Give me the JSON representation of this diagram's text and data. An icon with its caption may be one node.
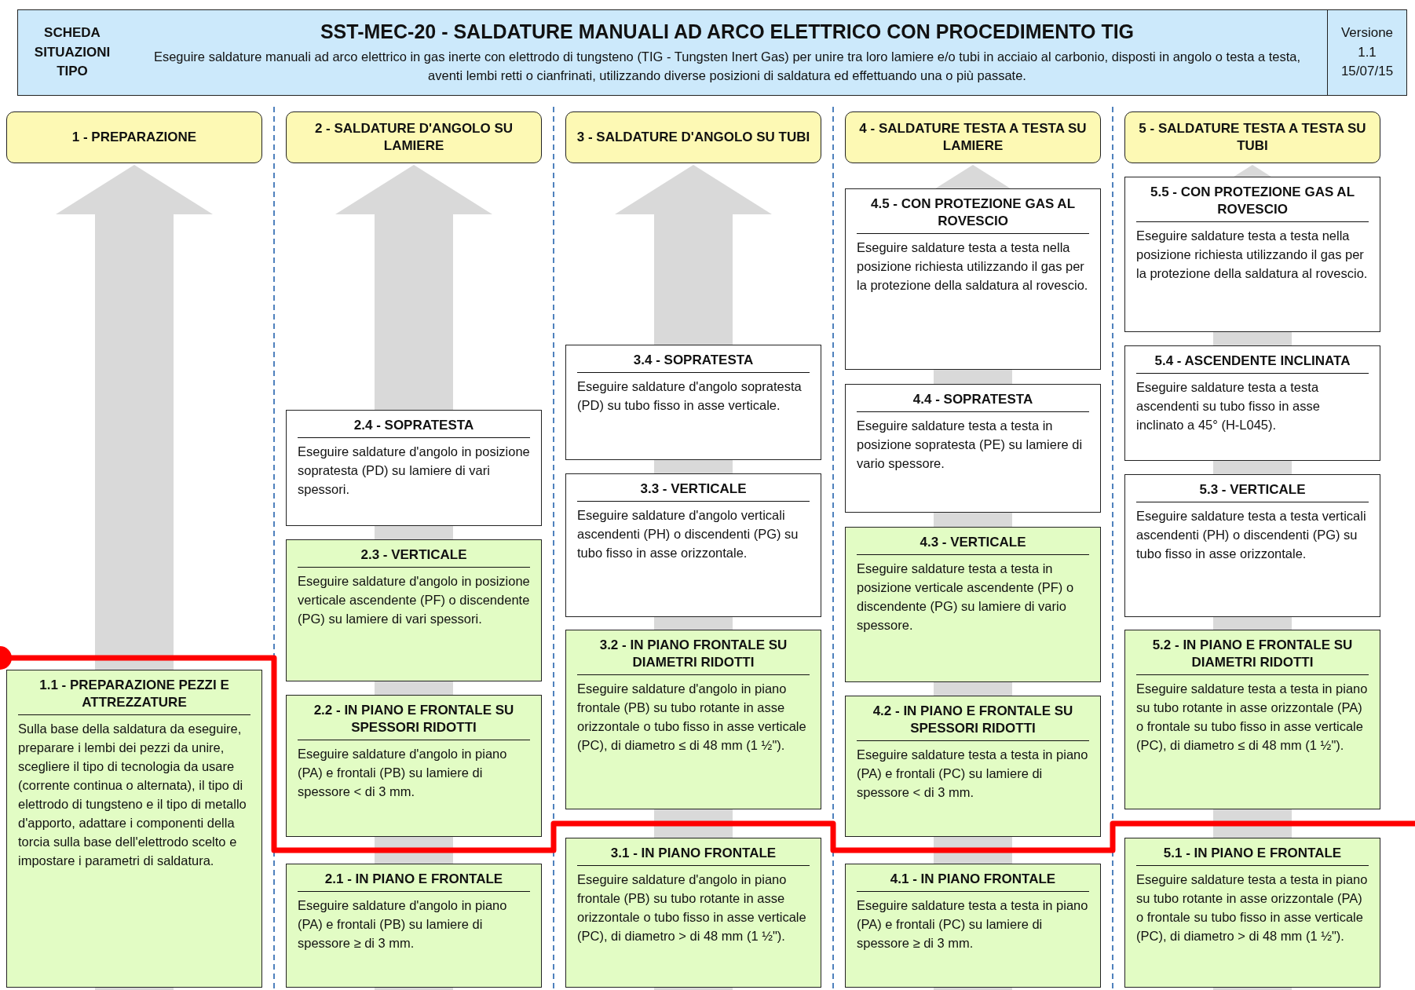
{
  "diagram": {
    "nodes": [
      {
        "text": [
          "SCHEDA SITUAZIONI TIPO"
        ]
      },
      {
        "text": [
          "SST-MEC-20  -  SALDATURE MANUALI AD ARCO ELETTRICO CON PROCEDIMENTO TIG",
          "Eseguire saldature manuali ad arco elettrico in gas inerte con elettrodo di tungsteno (TIG - Tungsten Inert Gas) per unire tra loro lamiere e/o tubi in acciaio al carbonio, disposti in angolo o testa a testa, aventi lembi retti o cianfrinati, utilizzando diverse posizioni di saldatura ed effettuando una o più passate."
        ]
      },
      {
        "text": [
          "Versione 1.1 15/07/15"
        ]
      },
      {
        "text": [
          "1 - PREPARAZIONE"
        ]
      },
      {
        "text": [
          "2 - SALDATURE D'ANGOLO SU LAMIERE"
        ]
      },
      {
        "text": [
          "3 - SALDATURE D'ANGOLO SU TUBI"
        ]
      },
      {
        "text": [
          "4 - SALDATURE TESTA A TESTA SU LAMIERE"
        ]
      },
      {
        "text": [
          "5 - SALDATURE TESTA A TESTA SU TUBI"
        ]
      },
      {
        "text": [
          "1.1 - PREPARAZIONE PEZZI E ATTREZZATURE",
          "Sulla base della saldatura da eseguire, preparare i lembi dei pezzi da unire, scegliere il tipo di tecnologia da usare (corrente continua o alternata), il tipo di elettrodo di tungsteno e il tipo di metallo d'apporto, adattare i componenti della torcia sulla base dell'elettrodo scelto e impostare i parametri di saldatura."
        ]
      },
      {
        "text": [
          "2.4 - SOPRATESTA",
          "Eseguire saldature d'angolo in posizione sopratesta (PD) su lamiere di vari spessori."
        ]
      },
      {
        "text": [
          "2.3 - VERTICALE",
          "Eseguire saldature d'angolo in posizione verticale ascendente (PF) o discendente (PG) su lamiere di vari spessori."
        ]
      },
      {
        "text": [
          "2.2 - IN PIANO E FRONTALE SU SPESSORI RIDOTTI",
          "Eseguire saldature d'angolo in piano (PA) e frontali (PB) su lamiere di spessore < di 3 mm."
        ]
      },
      {
        "text": [
          "2.1 - IN PIANO E FRONTALE",
          "Eseguire saldature d'angolo in piano (PA) e frontali (PB) su lamiere di spessore ≥ di 3 mm."
        ]
      },
      {
        "text": [
          "3.4 - SOPRATESTA",
          "Eseguire saldature d'angolo sopratesta (PD) su tubo fisso in asse verticale."
        ]
      },
      {
        "text": [
          "3.3 - VERTICALE",
          "Eseguire saldature d'angolo verticali ascendenti (PH) o discendenti (PG) su tubo fisso in asse orizzontale."
        ]
      },
      {
        "text": [
          "3.2 - IN PIANO FRONTALE SU DIAMETRI RIDOTTI",
          "Eseguire saldature d'angolo in piano frontale (PB) su tubo rotante in asse orizzontale o tubo fisso in asse verticale (PC), di diametro ≤ di 48 mm (1 ½\")."
        ]
      },
      {
        "text": [
          "3.1 - IN PIANO FRONTALE",
          "Eseguire saldature d'angolo in piano frontale (PB) su tubo rotante in asse orizzontale o tubo fisso in asse verticale (PC), di diametro > di 48 mm (1 ½\")."
        ]
      },
      {
        "text": [
          "4.5 - CON PROTEZIONE GAS AL ROVESCIO",
          "Eseguire saldature testa a testa nella posizione richiesta utilizzando il gas per la protezione della saldatura al rovescio."
        ]
      },
      {
        "text": [
          "4.4 - SOPRATESTA",
          "Eseguire saldature testa a testa in posizione sopratesta (PE) su lamiere di vario spessore."
        ]
      },
      {
        "text": [
          "4.3 - VERTICALE",
          "Eseguire saldature testa a testa in posizione verticale ascendente (PF) o discendente (PG) su lamiere di vario spessore."
        ]
      },
      {
        "text": [
          "4.2 - IN PIANO E FRONTALE SU SPESSORI RIDOTTI",
          "Eseguire saldature testa a testa in piano (PA) e frontali (PC) su lamiere di spessore < di 3 mm."
        ]
      },
      {
        "text": [
          "4.1 - IN PIANO FRONTALE",
          "Eseguire saldature testa a testa in piano (PA) e frontali (PC) su lamiere di spessore ≥ di 3 mm."
        ]
      },
      {
        "text": [
          "5.5 - CON PROTEZIONE GAS AL ROVESCIO",
          "Eseguire saldature testa a testa nella posizione richiesta utilizzando il gas per la protezione della saldatura al rovescio."
        ]
      },
      {
        "text": [
          "5.4 - ASCENDENTE INCLINATA",
          "Eseguire saldature testa a testa ascendenti su tubo fisso in asse inclinato a 45° (H-L045)."
        ]
      },
      {
        "text": [
          "5.3 - VERTICALE",
          "Eseguire saldature testa a testa verticali ascendenti (PH) o discendenti (PG) su tubo fisso in asse orizzontale."
        ]
      },
      {
        "text": [
          "5.2 - IN PIANO E FRONTALE SU DIAMETRI RIDOTTI",
          "Eseguire saldature testa a testa in piano su tubo rotante in asse orizzontale (PA) o frontale su tubo fisso in asse verticale (PC), di diametro ≤ di 48 mm (1 ½\")."
        ]
      },
      {
        "text": [
          "5.1 - IN PIANO E FRONTALE",
          "Eseguire saldature testa a testa in piano su tubo rotante in asse orizzontale (PA) o frontale su tubo fisso in asse verticale (PC), di diametro > di 48 mm (1 ½\")."
        ]
      }
    ]
  }
}
